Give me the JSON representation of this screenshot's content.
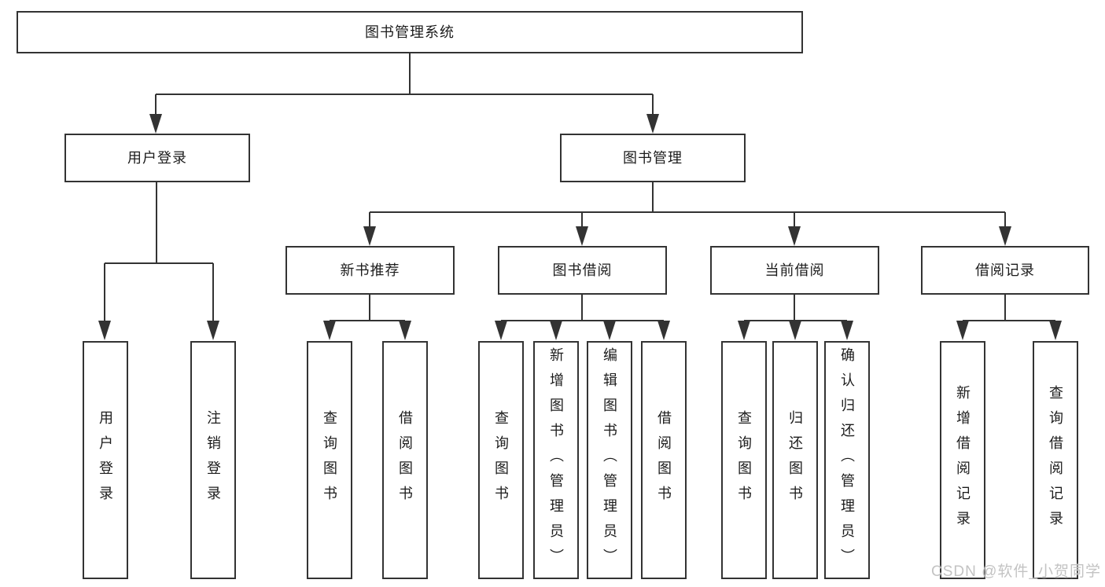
{
  "title": "图书管理系统",
  "watermark": "CSDN @软件_小贺同学",
  "colors": {
    "line": "#333333",
    "text": "#1c1c1c",
    "watermark": "#c3c3c3",
    "background": "#ffffff"
  },
  "level2": [
    {
      "label": "用户登录"
    },
    {
      "label": "图书管理"
    }
  ],
  "level3": [
    {
      "label": "新书推荐"
    },
    {
      "label": "图书借阅"
    },
    {
      "label": "当前借阅"
    },
    {
      "label": "借阅记录"
    }
  ],
  "leaves": {
    "user_login": [
      {
        "label": "用户登录"
      },
      {
        "label": "注销登录"
      }
    ],
    "new_books": [
      {
        "label": "查询图书"
      },
      {
        "label": "借阅图书"
      }
    ],
    "book_borrow": [
      {
        "label": "查询图书"
      },
      {
        "label": "新增图书（管理员）"
      },
      {
        "label": "编辑图书（管理员）"
      },
      {
        "label": "借阅图书"
      }
    ],
    "current_borrow": [
      {
        "label": "查询图书"
      },
      {
        "label": "归还图书"
      },
      {
        "label": "确认归还（管理员）"
      }
    ],
    "borrow_records": [
      {
        "label": "新增借阅记录"
      },
      {
        "label": "查询借阅记录"
      }
    ]
  }
}
